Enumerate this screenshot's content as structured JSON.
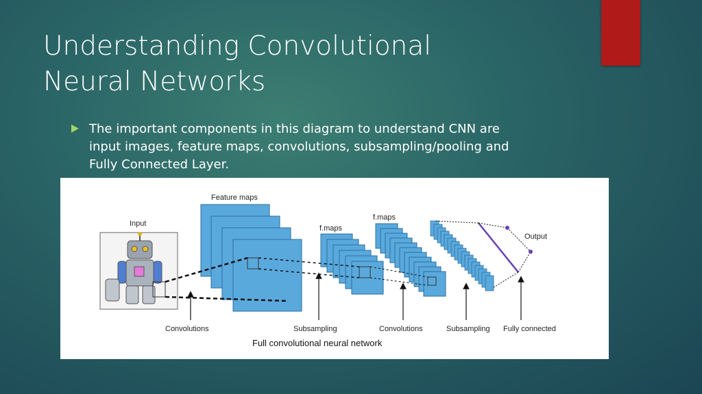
{
  "slide": {
    "title_lines": [
      "Understanding Convolutional",
      "Neural Networks"
    ],
    "bullet_lines": [
      "The important components in this diagram to understand CNN are",
      "input images, feature maps, convolutions, subsampling/pooling and",
      "Fully Connected Layer."
    ],
    "accent_color": "#b01b19",
    "bullet_color": "#9ed46a"
  },
  "diagram": {
    "labels": {
      "input": "Input",
      "feature_maps": "Feature maps",
      "f_maps_small": "f.maps",
      "f_maps_deep": "f.maps",
      "output": "Output",
      "convolutions_1": "Convolutions",
      "subsampling_1": "Subsampling",
      "convolutions_2": "Convolutions",
      "subsampling_2": "Subsampling",
      "fully_connected": "Fully connected"
    },
    "caption": "Full convolutional neural network",
    "map_color": "#5aa9dd"
  }
}
